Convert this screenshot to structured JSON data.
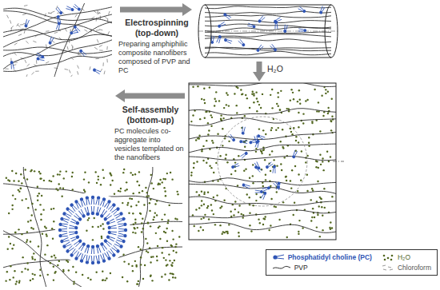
{
  "diagram": {
    "labels": [
      "Electrospinning (top-down)",
      "Preparing amphiphilic composite nanofibers composed of PVP and PC",
      "H₂O",
      "Self-assembly (bottom-up)",
      "PC molecules co-aggregate into vesicles templated on the nanofibers"
    ],
    "legend": [
      {
        "text": "Phosphatidyl choline (PC)"
      },
      {
        "text": "H₂O"
      },
      {
        "text": "PVP"
      },
      {
        "text": "Chloroform"
      }
    ]
  }
}
